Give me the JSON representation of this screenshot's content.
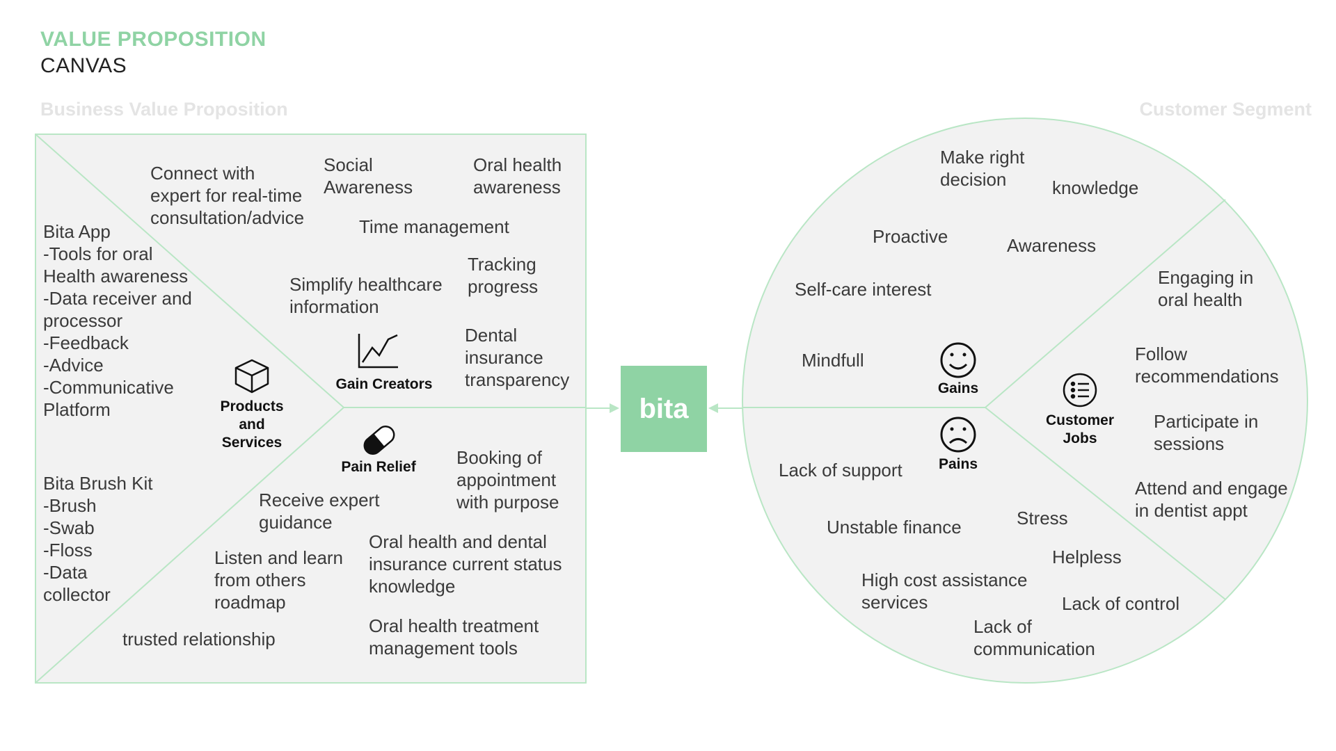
{
  "header": {
    "title": "VALUE PROPOSITION",
    "subtitle": "CANVAS"
  },
  "sections": {
    "business": "Business Value Proposition",
    "customer": "Customer Segment"
  },
  "center": {
    "label": "bita"
  },
  "categories": {
    "products": "Products\nand\nServices",
    "gain_creators": "Gain Creators",
    "pain_relief": "Pain Relief",
    "gains": "Gains",
    "pains": "Pains",
    "customer_jobs": "Customer\nJobs"
  },
  "products": {
    "bita_app": "Bita App\n-Tools for oral\nHealth awareness\n-Data receiver and\nprocessor\n-Feedback\n-Advice\n-Communicative\nPlatform",
    "brush_kit": "Bita Brush Kit\n-Brush\n-Swab\n-Floss\n-Data\ncollector"
  },
  "gain_creators": {
    "connect_expert": "Connect with\nexpert for real-time\nconsultation/advice",
    "social_awareness": "Social\nAwareness",
    "oral_awareness": "Oral health\nawareness",
    "time_management": "Time management",
    "tracking_progress": "Tracking\nprogress",
    "simplify_info": "Simplify healthcare\ninformation",
    "dental_insurance": "Dental\ninsurance\ntransparency"
  },
  "pain_relief": {
    "booking": "Booking of\nappointment\nwith purpose",
    "expert_guidance": "Receive expert\nguidance",
    "listen_learn": "Listen and learn\nfrom others\nroadmap",
    "insurance_status": "Oral health and dental\ninsurance current status\nknowledge",
    "trusted": "trusted relationship",
    "treatment_tools": "Oral health treatment\nmanagement tools"
  },
  "gains": {
    "right_decision": "Make right\ndecision",
    "knowledge": "knowledge",
    "proactive": "Proactive",
    "awareness": "Awareness",
    "self_care": "Self-care interest",
    "mindfull": "Mindfull"
  },
  "customer_jobs": {
    "engaging": "Engaging in\noral health",
    "follow": "Follow\nrecommendations",
    "participate": "Participate in\nsessions",
    "attend": "Attend and engage\nin dentist appt"
  },
  "pains": {
    "lack_support": "Lack of support",
    "unstable_finance": "Unstable finance",
    "stress": "Stress",
    "helpless": "Helpless",
    "high_cost": "High cost assistance\nservices",
    "lack_control": "Lack of control",
    "lack_communication": "Lack of\ncommunication"
  },
  "colors": {
    "accent": "#8fd3a4",
    "panel": "#f2f2f2",
    "line": "#b9e6c5"
  }
}
